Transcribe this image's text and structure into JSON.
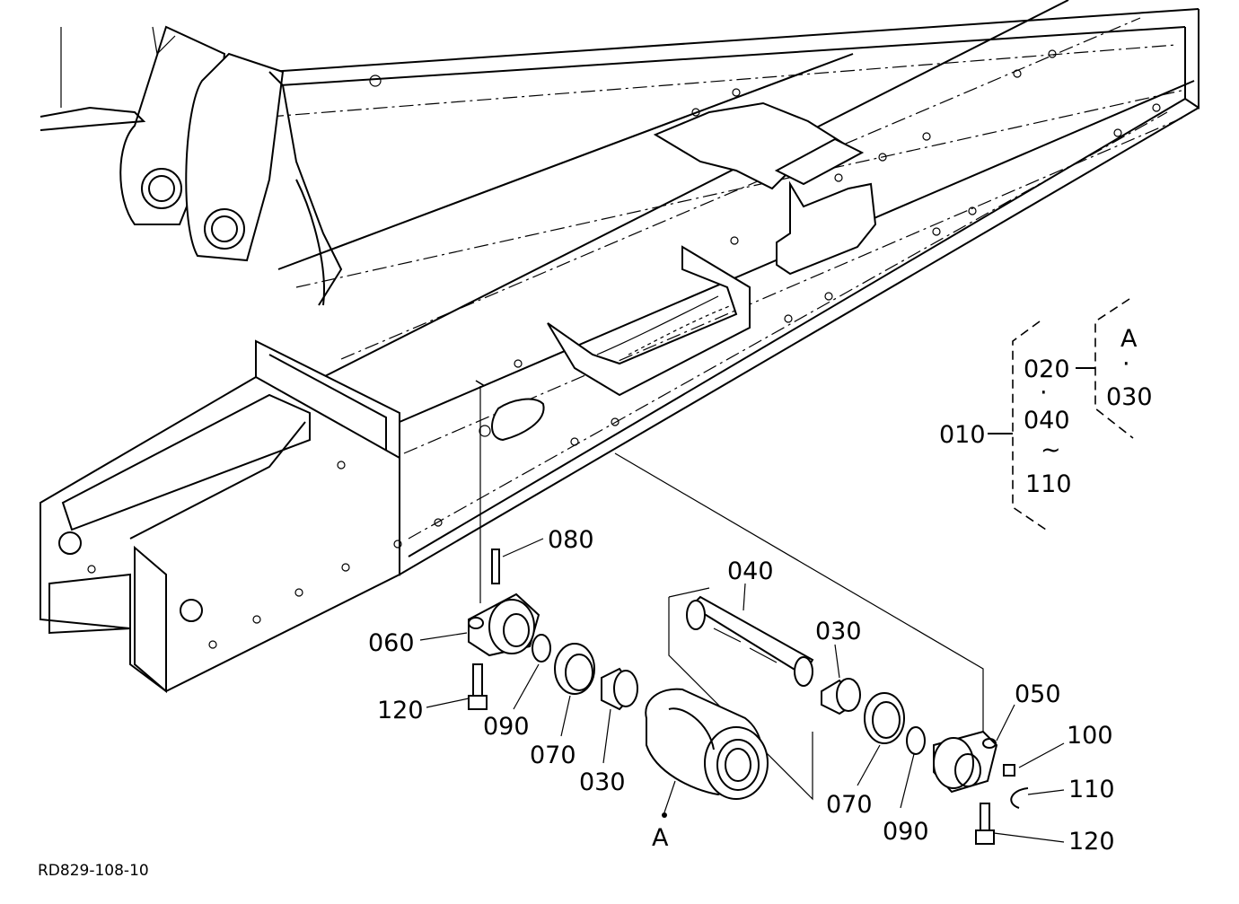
{
  "drawing_code": "RD829-108-10",
  "group": {
    "parent": "010",
    "items": [
      "020",
      "·",
      "040",
      "~",
      "110"
    ],
    "sub_items": [
      "A",
      "·",
      "030"
    ]
  },
  "callouts": [
    {
      "id": "080",
      "text": "080"
    },
    {
      "id": "040",
      "text": "040"
    },
    {
      "id": "030-upper",
      "text": "030"
    },
    {
      "id": "060",
      "text": "060"
    },
    {
      "id": "050",
      "text": "050"
    },
    {
      "id": "100",
      "text": "100"
    },
    {
      "id": "120-left",
      "text": "120"
    },
    {
      "id": "110",
      "text": "110"
    },
    {
      "id": "120-right",
      "text": "120"
    },
    {
      "id": "090-left",
      "text": "090"
    },
    {
      "id": "070-left",
      "text": "070"
    },
    {
      "id": "030-lower",
      "text": "030"
    },
    {
      "id": "070-right",
      "text": "070"
    },
    {
      "id": "090-right",
      "text": "090"
    },
    {
      "id": "A",
      "text": "A"
    }
  ]
}
